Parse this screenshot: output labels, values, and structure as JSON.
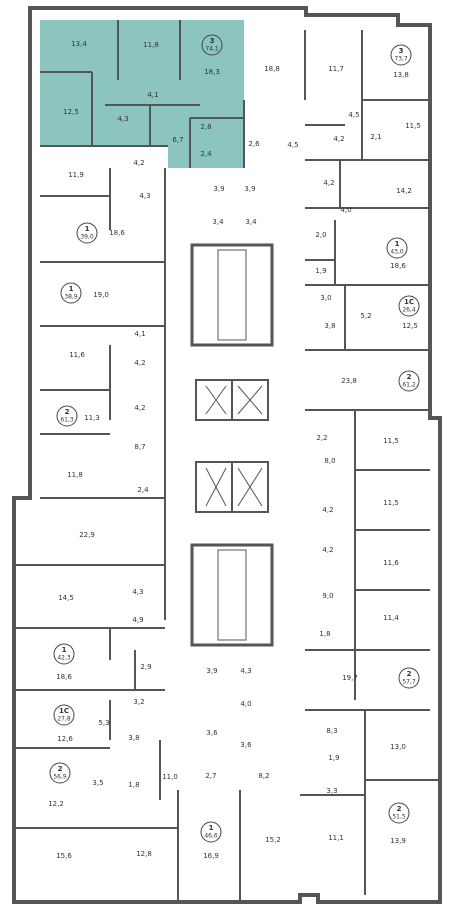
{
  "colors": {
    "wall": "#555555",
    "highlight": "#8cc5c0",
    "line": "#999999",
    "badge_stroke": "#444444"
  },
  "apartments": [
    {
      "rooms": "3",
      "area": "74,1",
      "highlight": true
    },
    {
      "rooms": "3",
      "area": "73,7"
    },
    {
      "rooms": "1",
      "area": "39,0"
    },
    {
      "rooms": "1",
      "area": "43,0"
    },
    {
      "rooms": "1",
      "area": "38,9"
    },
    {
      "rooms": "1С",
      "area": "26,4"
    },
    {
      "rooms": "2",
      "area": "61,2"
    },
    {
      "rooms": "2",
      "area": "61,3"
    },
    {
      "rooms": "2",
      "area": "57,7"
    },
    {
      "rooms": "1",
      "area": "42,3"
    },
    {
      "rooms": "1С",
      "area": "27,8"
    },
    {
      "rooms": "2",
      "area": "56,9"
    },
    {
      "rooms": "2",
      "area": "51,5"
    },
    {
      "rooms": "1",
      "area": "46,6"
    }
  ],
  "room_areas": [
    "13,4",
    "11,8",
    "18,3",
    "12,5",
    "4,1",
    "4,3",
    "6,7",
    "2,8",
    "2,4",
    "18,8",
    "11,7",
    "13,8",
    "4,5",
    "4,5",
    "2,6",
    "4,2",
    "2,1",
    "11,5",
    "4,2",
    "11,9",
    "4,3",
    "3,9",
    "3,9",
    "4,2",
    "14,2",
    "3,4",
    "3,4",
    "4,0",
    "18,6",
    "2,0",
    "18,6",
    "1,9",
    "19,0",
    "3,0",
    "5,2",
    "12,5",
    "3,8",
    "4,1",
    "11,6",
    "4,2",
    "23,8",
    "4,2",
    "11,3",
    "2,2",
    "11,5",
    "8,7",
    "8,0",
    "11,8",
    "2,4",
    "4,2",
    "11,5",
    "22,9",
    "4,2",
    "11,6",
    "14,5",
    "4,3",
    "9,0",
    "4,9",
    "11,4",
    "1,8",
    "18,6",
    "2,9",
    "3,9",
    "4,3",
    "19,7",
    "3,2",
    "4,0",
    "5,3",
    "12,6",
    "3,8",
    "3,6",
    "3,6",
    "8,3",
    "13,0",
    "1,9",
    "3,5",
    "1,8",
    "11,0",
    "2,7",
    "8,2",
    "12,2",
    "3,3",
    "11,1",
    "13,9",
    "15,6",
    "12,8",
    "16,9",
    "15,2"
  ]
}
